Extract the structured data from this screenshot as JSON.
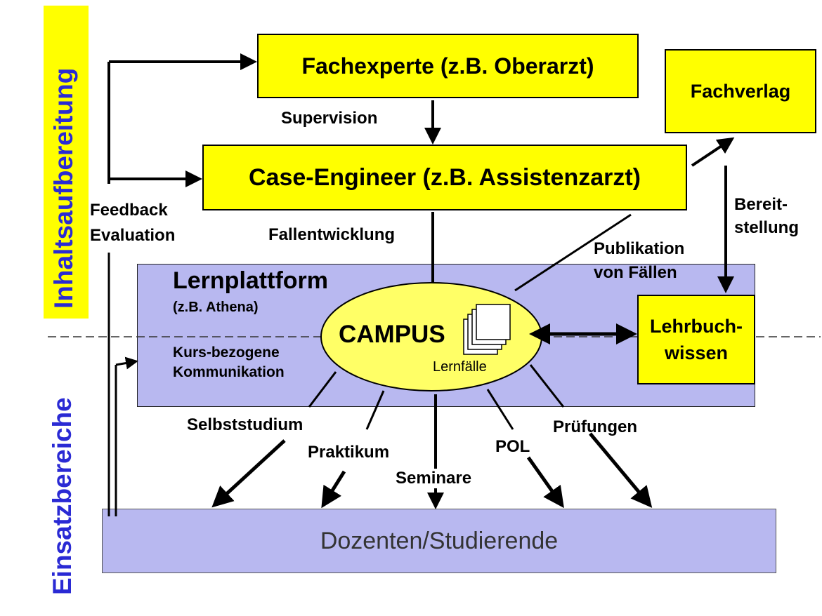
{
  "side_labels": {
    "top": "Inhaltsaufbereitung",
    "bottom": "Einsatzbereiche"
  },
  "boxes": {
    "fachexperte": "Fachexperte (z.B. Oberarzt)",
    "case_engineer": "Case-Engineer (z.B. Assistenzarzt)",
    "fachverlag": "Fachverlag",
    "lehrbuch_line1": "Lehrbuch-",
    "lehrbuch_line2": "wissen",
    "dozenten": "Dozenten/Studierende"
  },
  "lernplattform": {
    "title": "Lernplattform",
    "subtitle": "(z.B. Athena)",
    "kurs_line1": "Kurs-bezogene",
    "kurs_line2": "Kommunikation"
  },
  "campus": {
    "title": "CAMPUS",
    "subtitle": "Lernfälle"
  },
  "labels": {
    "supervision": "Supervision",
    "feedback": "Feedback",
    "evaluation": "Evaluation",
    "fallentwicklung": "Fallentwicklung",
    "bereit_line1": "Bereit-",
    "bereit_line2": "stellung",
    "publikation_line1": "Publikation",
    "publikation_line2": "von Fällen",
    "selbststudium": "Selbststudium",
    "praktikum": "Praktikum",
    "seminare": "Seminare",
    "pol": "POL",
    "pruefungen": "Prüfungen"
  },
  "colors": {
    "yellow": "#ffff00",
    "lavender": "#b8b8f0",
    "side_label_blue": "#2a2ad4"
  }
}
